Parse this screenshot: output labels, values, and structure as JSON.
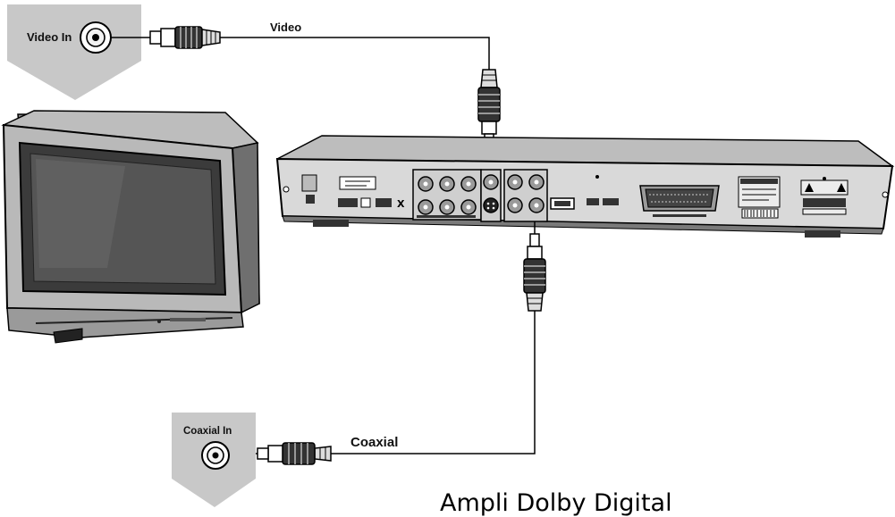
{
  "labels": {
    "tv_input": "Video In",
    "amp_input": "Coaxial In",
    "video_cable": "Video",
    "coaxial_cable": "Coaxial",
    "amplifier_title": "Ampli Dolby Digital"
  },
  "colors": {
    "badge_fill": "#c8c8c8",
    "device_dark": "#2a2a2a",
    "device_mid": "#9a9a9a",
    "device_light": "#d9d9d9",
    "line": "#000000"
  },
  "icons": {
    "tv": "crt-television-icon",
    "player": "dvd-player-rear-panel-icon",
    "connector": "rca-plug-icon",
    "jack": "rca-jack-icon"
  }
}
